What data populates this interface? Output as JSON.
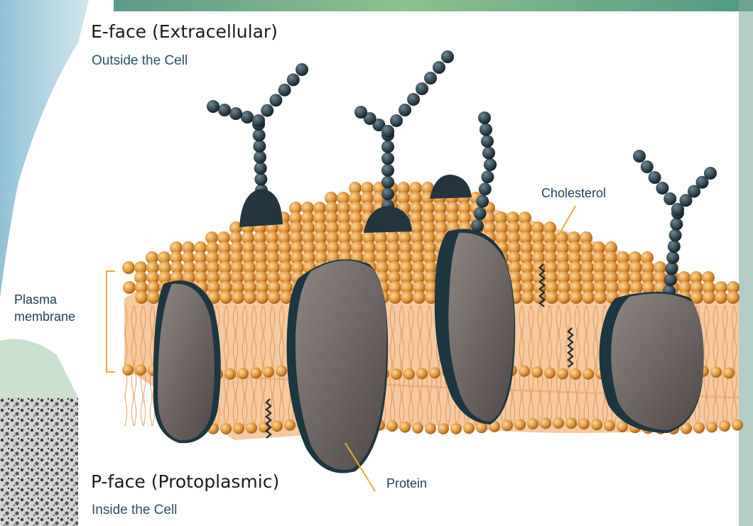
{
  "labels": {
    "e_face_title": "E-face (Extracellular)",
    "e_face_subtitle": "Outside the Cell",
    "p_face_title": "P-face (Protoplasmic)",
    "p_face_subtitle": "Inside the Cell",
    "cholesterol": "Cholesterol",
    "plasma_membrane_line1": "Plasma",
    "plasma_membrane_line2": "membrane",
    "protein": "Protein"
  },
  "colors": {
    "phospholipid_head": "#e29a3e",
    "lipid_bilayer": "#f6c9a0",
    "protein_body": "#6e6766",
    "protein_dark": "#1f3a44",
    "glycan_bead": "#24353d",
    "leader_line": "#e3b02a"
  }
}
